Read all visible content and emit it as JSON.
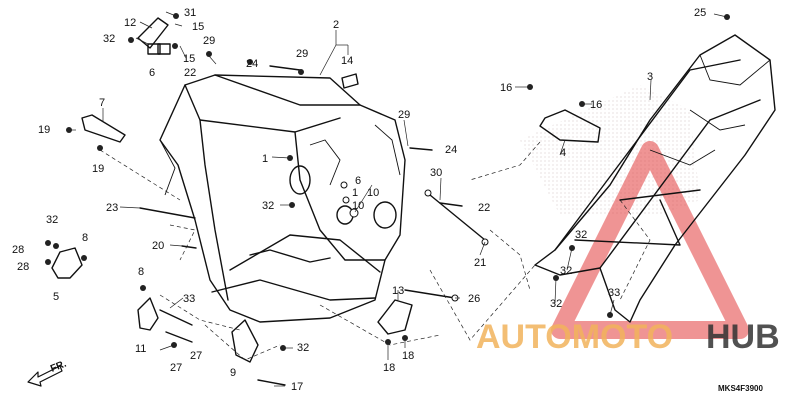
{
  "diagram": {
    "code": "MKS4F3900",
    "direction": "FR.",
    "watermark": {
      "brand_left": "AUTOMOTO",
      "brand_right": "HUB",
      "accent": "#e23c3c",
      "dark": "#333333"
    }
  },
  "callouts": [
    "1",
    "1",
    "2",
    "3",
    "4",
    "5",
    "6",
    "6",
    "7",
    "8",
    "8",
    "9",
    "10",
    "10",
    "11",
    "12",
    "13",
    "14",
    "15",
    "15",
    "16",
    "16",
    "17",
    "18",
    "18",
    "19",
    "19",
    "20",
    "21",
    "22",
    "22",
    "23",
    "24",
    "24",
    "25",
    "26",
    "27",
    "27",
    "28",
    "28",
    "29",
    "29",
    "29",
    "30",
    "31",
    "32",
    "32",
    "32",
    "32",
    "32",
    "32",
    "32",
    "33"
  ]
}
